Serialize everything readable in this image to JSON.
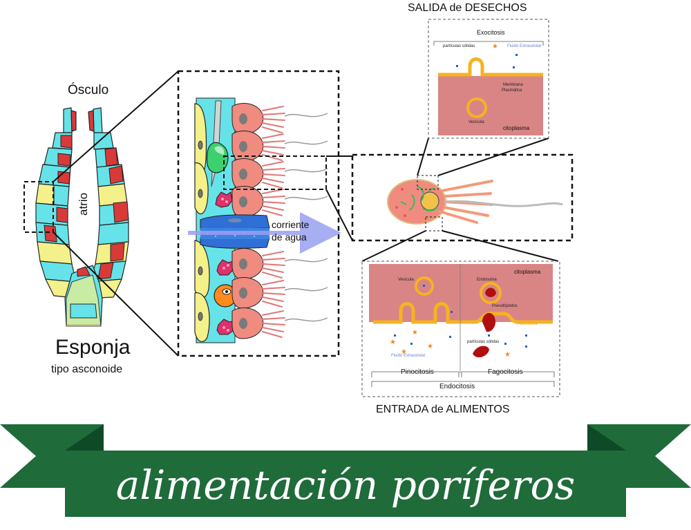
{
  "labels": {
    "osculo": "Ósculo",
    "atrio": "atrio",
    "esponja": "Esponja",
    "tipo": "tipo asconoide",
    "corriente_1": "corriente",
    "corriente_2": "de agua",
    "salida": "SALIDA de DESECHOS",
    "entrada": "ENTRADA de ALIMENTOS"
  },
  "exocitosis": {
    "title": "Exocitosis",
    "particulas": "partículas sólidas",
    "fluido": "Fluido Extracelular",
    "membrana_1": "Membrana",
    "membrana_2": "Plasmática",
    "vesicula": "Vesícula",
    "citoplasma": "citoplasma"
  },
  "endocitosis": {
    "citoplasma": "citoplasma",
    "vesicula": "Vesícula",
    "endosoma": "Endosoma",
    "pseudopodos": "Pseudópodos",
    "plasmatica": "Plasmática",
    "particulas": "partículas sólidas",
    "fluido": "Fluido Extracelular",
    "pinocitosis": "Pinocitosis",
    "fagocitosis": "Fagocitosis",
    "endocitosis": "Endocitosis"
  },
  "banner": {
    "title": "alimentación poríferos"
  },
  "colors": {
    "banner_green": "#1f6b3a",
    "banner_dark": "#0f4a26",
    "cyan": "#66e3e8",
    "yellow": "#f4f08a",
    "red": "#d83a3a",
    "salmon": "#f08b80",
    "cytoplasm": "#d98585",
    "membrane": "#f5b321",
    "water_arrow": "#9aa0f0",
    "blue_cell": "#2f6fd6"
  }
}
